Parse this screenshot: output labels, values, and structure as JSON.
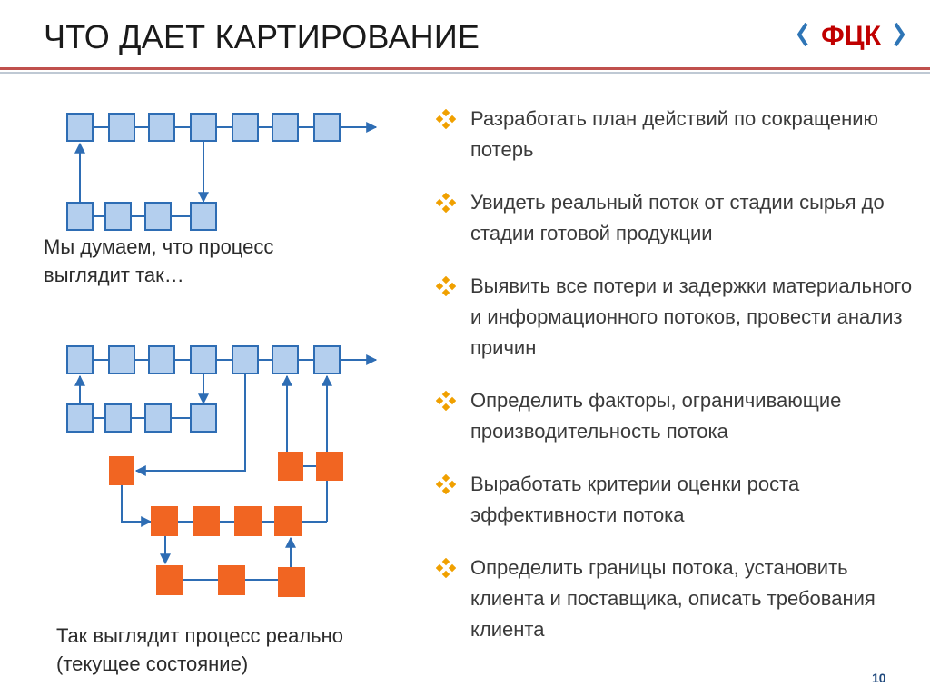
{
  "header": {
    "title": "ЧТО ДАЕТ КАРТИРОВАНИЕ",
    "logo": {
      "text": "ФЦК",
      "icon": "fck-logo-icon",
      "bracket_color": "#2e75b6",
      "text_color": "#c00000"
    }
  },
  "diagram": {
    "ideal_caption": "Мы думаем, что процесс выглядит так…",
    "real_caption": "Так выглядит процесс реально (текущее состояние)",
    "colors": {
      "process_fill": "#b4cfee",
      "process_stroke": "#2e6db4",
      "waste_fill": "#f16522",
      "line": "#2e6db4"
    }
  },
  "bullets": {
    "marker_icon": "diamond-dots-icon",
    "marker_color": "#f0a000",
    "items": [
      {
        "text": "Разработать план действий по сокращению потерь"
      },
      {
        "text": "Увидеть реальный поток от стадии сырья до стадии готовой продукции"
      },
      {
        "text": "Выявить все потери и задержки материального и информационного потоков, провести анализ причин"
      },
      {
        "text": "Определить факторы, ограничивающие производительность потока"
      },
      {
        "text": "Выработать критерии оценки роста эффективности потока"
      },
      {
        "text": "Определить границы потока, установить клиента и поставщика, описать требования клиента"
      }
    ]
  },
  "footer": {
    "page_number": "10"
  }
}
